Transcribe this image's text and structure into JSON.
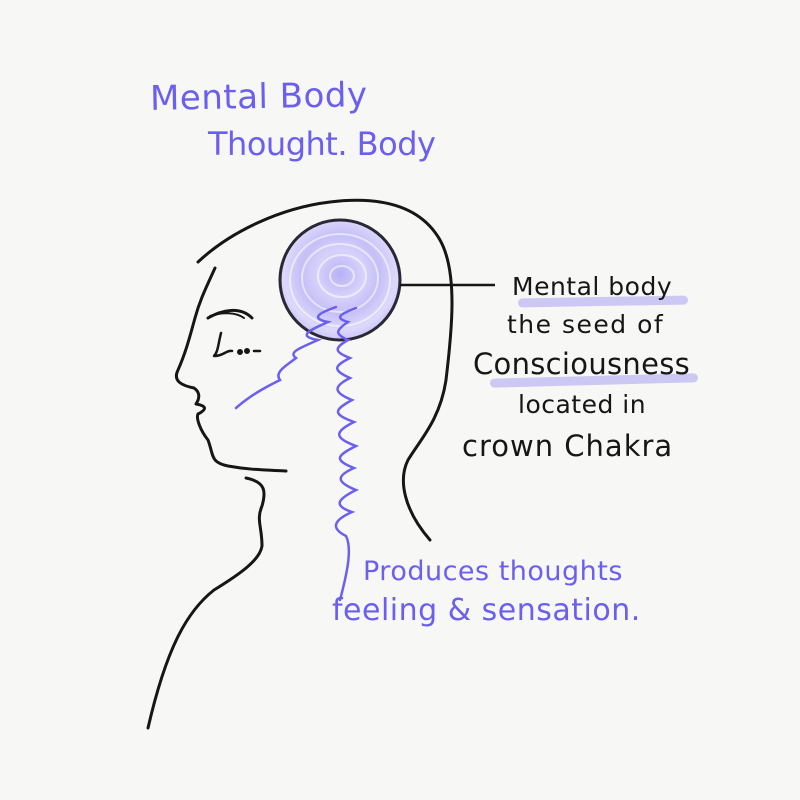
{
  "title": {
    "line1": "Mental Body",
    "line2": "Thought. Body"
  },
  "annotation_right": {
    "line1": "Mental body",
    "line2": "the seed of",
    "line3": "Consciousness",
    "line4": "located in",
    "line5": "crown Chakra"
  },
  "annotation_bottom": {
    "line1": "Produces thoughts",
    "line2": "feeling & sensation."
  },
  "colors": {
    "background": "#f7f7f5",
    "ink": "#161616",
    "accent_purple": "#6b5ff0",
    "orb_fill": "#c9c4f7",
    "highlight": "#aaa0f0"
  },
  "diagram": {
    "subject": "head-profile-silhouette",
    "orb": "crown-chakra-orb",
    "connectors": [
      "leader-line-to-label",
      "wavy-line-to-face",
      "wavy-line-down-spine"
    ]
  }
}
